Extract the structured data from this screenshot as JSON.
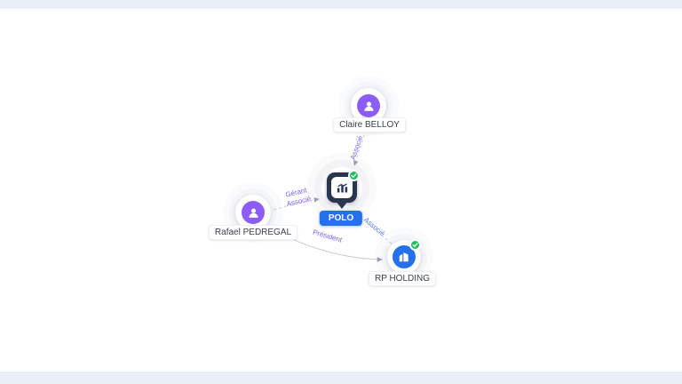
{
  "graph": {
    "title": "company-network-graph",
    "nodes": [
      {
        "id": "claire-belloy",
        "label": "Claire BELLOY",
        "type": "person",
        "icon": "person-icon",
        "verified": false
      },
      {
        "id": "polo",
        "label": "POLO",
        "type": "company",
        "icon": "chart-pin-icon",
        "verified": true,
        "main": true
      },
      {
        "id": "rafael-pedregal",
        "label": "Rafael PEDREGAL",
        "type": "person",
        "icon": "person-icon",
        "verified": false
      },
      {
        "id": "rp-holding",
        "label": "RP HOLDING",
        "type": "company",
        "icon": "building-icon",
        "verified": true
      }
    ],
    "edges": [
      {
        "from": "claire-belloy",
        "to": "polo",
        "label": "Associé"
      },
      {
        "from": "rafael-pedregal",
        "to": "polo",
        "labels": [
          "Gérant",
          "Associé"
        ]
      },
      {
        "from": "rp-holding",
        "to": "polo",
        "label": "Associé"
      },
      {
        "from": "rafael-pedregal",
        "to": "rp-holding",
        "label": "Président"
      }
    ],
    "colors": {
      "person_accent": "#8b5cf6",
      "company_accent": "#2570eb",
      "verified_green": "#1fbf5f",
      "edge_line": "#c8cdd8",
      "edge_label_purple": "#7b61ff",
      "edge_label_blue": "#4f7df9",
      "band": "#e9eef6"
    }
  }
}
